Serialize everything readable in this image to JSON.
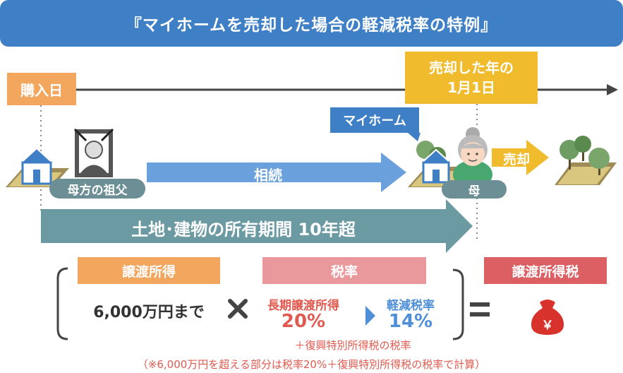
{
  "title": "『マイホームを売却した場合の軽減税率の特例』",
  "timeline": {
    "purchase_label": "購入日",
    "sale_label_line1": "売却した年の",
    "sale_label_line2": "1月1日"
  },
  "myhome_label": "マイホーム",
  "grandfather_label": "母方の祖父",
  "inherit_label": "相続",
  "mother_label": "母",
  "sell_label": "売却",
  "ownership_label": "土地･建物の所有期間 10年超",
  "formula": {
    "income_header": "譲渡所得",
    "income_value": "6,000万円まで",
    "rate_header": "税率",
    "long_term_label": "長期譲渡所得",
    "long_term_rate": "20%",
    "reduced_label": "軽減税率",
    "reduced_rate": "14%",
    "surtax_note": "＋復興特別所得税の税率",
    "tax_header": "譲渡所得税",
    "yen_symbol": "￥",
    "multiply": "×",
    "equals": "＝"
  },
  "footnote": "（※6,000万円を超える部分は税率20%＋復興特別所得税の税率で計算）",
  "colors": {
    "title_blue": "#3e7fc6",
    "purchase_orange": "#f2a65e",
    "sale_yellow": "#f0bb2c",
    "arrow_blue": "#6aa0dc",
    "ownership_teal": "#6c9aa3",
    "rate_pink": "#e9999b",
    "tax_red": "#dc5f63",
    "rate_red": "#e05a4f",
    "reduced_blue": "#4f8fd8"
  }
}
